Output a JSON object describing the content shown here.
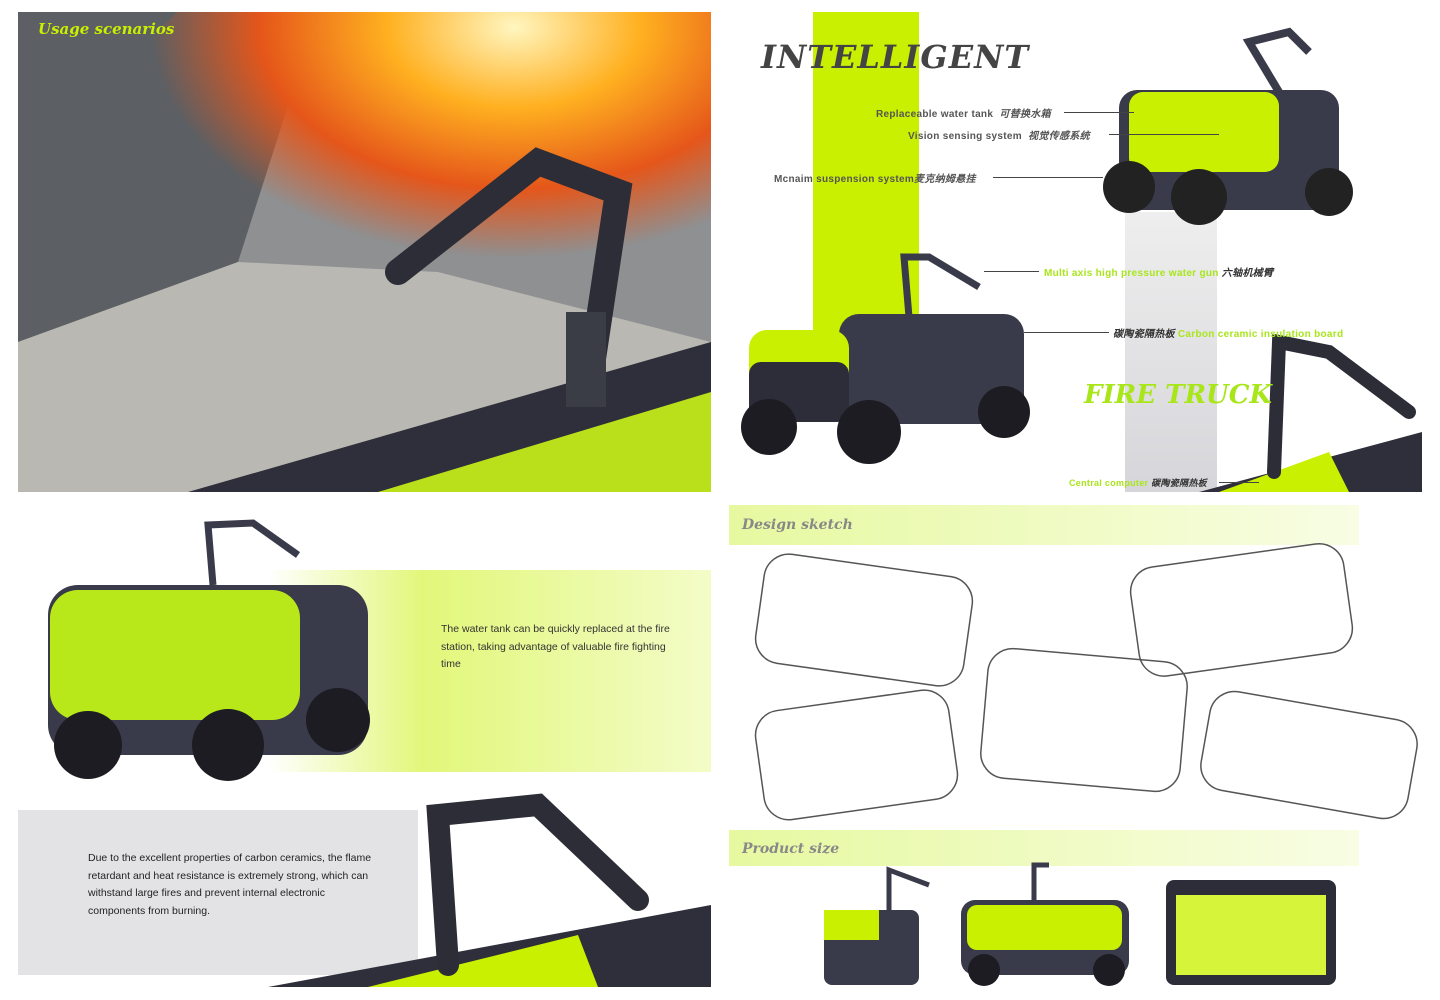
{
  "usage": {
    "title": "Usage scenarios"
  },
  "intelligent": {
    "title": "INTELLIGENT",
    "subtitle": "FIRE TRUCK",
    "callouts": [
      {
        "en": "Replaceable water tank",
        "zh": "可替换水箱"
      },
      {
        "en": "Vision sensing system",
        "zh": "视觉传感系统"
      },
      {
        "en": "Mcnaim suspension system",
        "zh": "麦克纳姆悬挂"
      },
      {
        "en": "Multi axis high pressure water gun",
        "zh": "六轴机械臂"
      },
      {
        "en": "Carbon ceramic insulation board",
        "zh": "碳陶瓷隔热板"
      },
      {
        "en": "Central computer",
        "zh": "碳陶瓷隔热板"
      }
    ]
  },
  "features": {
    "tank_text": "The water tank can be quickly replaced at the fire station, taking advantage of valuable fire fighting time",
    "ceramic_text": "Due to the excellent properties of carbon ceramics, the flame retardant and heat resistance is extremely strong, which can withstand large fires and prevent internal electronic components from burning."
  },
  "sketch": {
    "title": "Design sketch",
    "size_title": "Product size"
  },
  "colors": {
    "accent": "#c8f000",
    "body": "#3a3b4a"
  }
}
